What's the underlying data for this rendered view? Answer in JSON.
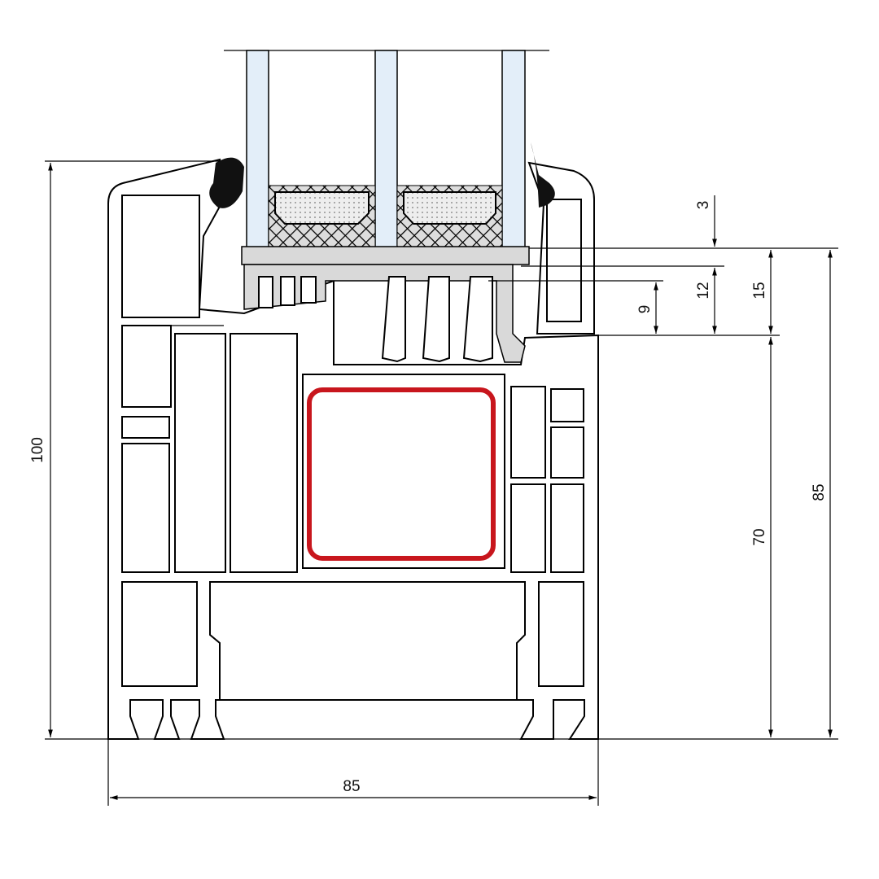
{
  "diagram": {
    "title": "Window profile cross-section",
    "dimensions": {
      "overall_height": "100",
      "frame_width": "85",
      "sash_height": "85",
      "frame_height": "70",
      "rebate_15": "15",
      "rebate_12": "12",
      "rebate_9": "9",
      "gap_3": "3"
    },
    "colors": {
      "steel_reinforcement": "#c8161d",
      "glass": "#e3eef9",
      "gasket": "#d9d9d9"
    }
  }
}
